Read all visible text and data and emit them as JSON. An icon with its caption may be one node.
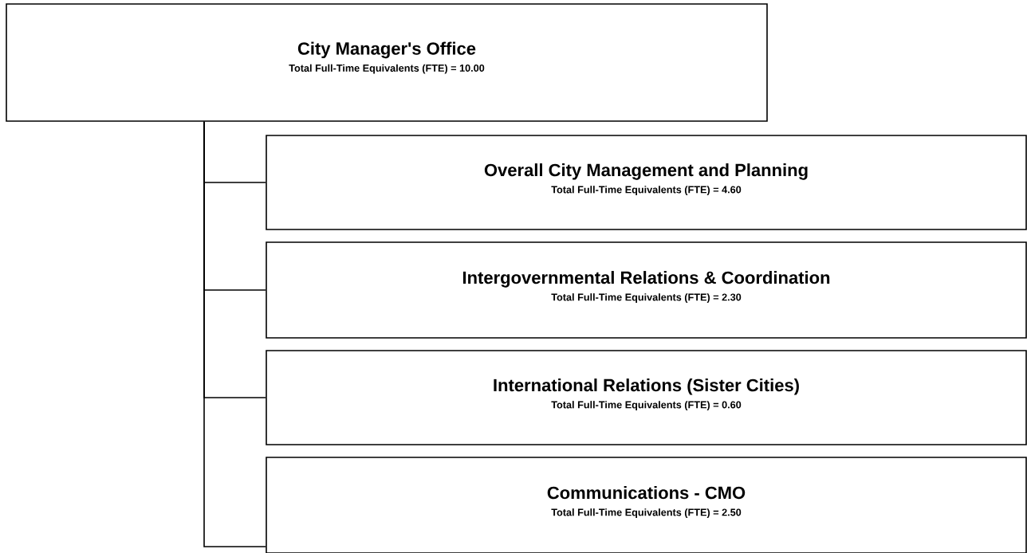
{
  "diagram": {
    "nodes": [
      {
        "text": [
          "City Manager's Office",
          "Total Full-Time Equivalents (FTE) =  10.00"
        ]
      },
      {
        "text": [
          "Overall City Management and Planning",
          "Total Full-Time Equivalents (FTE) =  4.60"
        ]
      },
      {
        "text": [
          "Intergovernmental Relations & Coordination",
          "Total Full-Time Equivalents (FTE) =  2.30"
        ]
      },
      {
        "text": [
          "International Relations (Sister Cities)",
          "Total Full-Time Equivalents (FTE) =  0.60"
        ]
      },
      {
        "text": [
          "Communications - CMO",
          "Total Full-Time Equivalents (FTE) =  2.50"
        ]
      }
    ],
    "edges": [
      {
        "from": 0,
        "to": 1,
        "arrow": "none"
      },
      {
        "from": 0,
        "to": 2,
        "arrow": "none"
      },
      {
        "from": 0,
        "to": 3,
        "arrow": "none"
      },
      {
        "from": 0,
        "to": 4,
        "arrow": "none"
      }
    ]
  }
}
